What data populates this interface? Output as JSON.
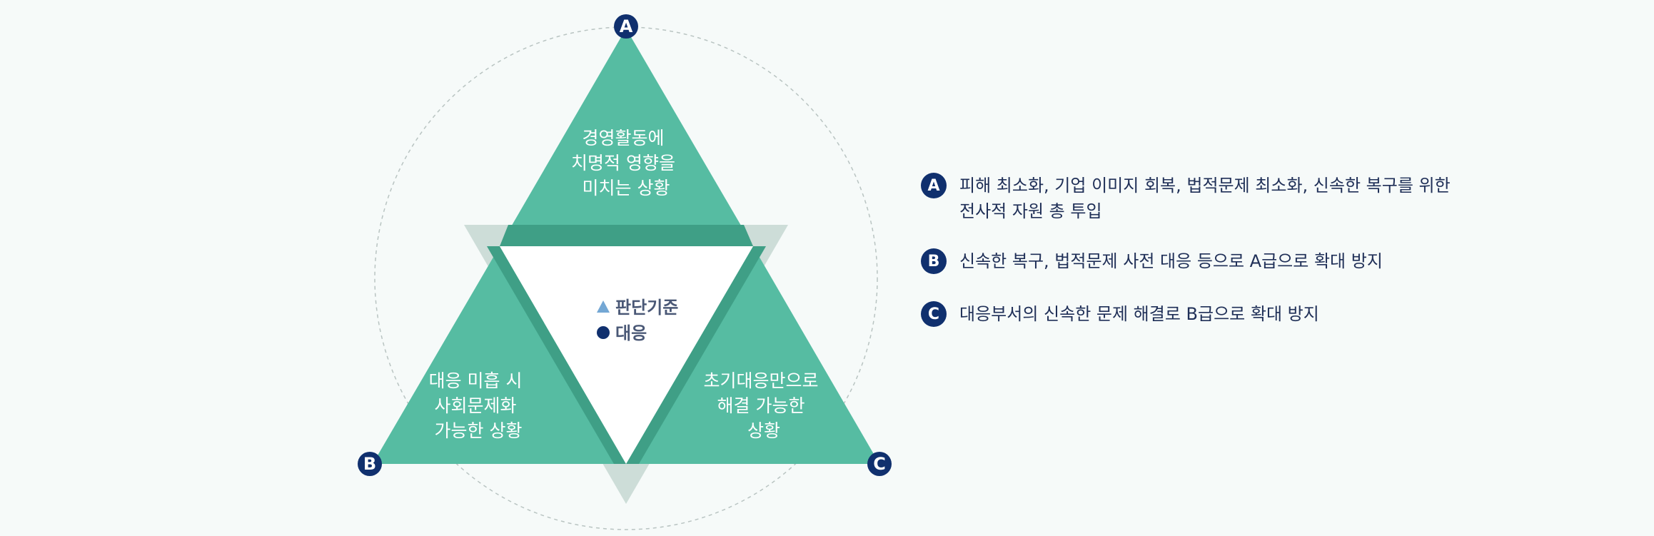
{
  "colors": {
    "triangle": "#56bca2",
    "overlap": "#3f9f86",
    "inverted": "#cdddd8",
    "badge": "#10306e",
    "legend_triangle": "#74a7d4",
    "legend_circle": "#10306e",
    "text_dark": "#1f2f57"
  },
  "triangles": {
    "top": {
      "lines": [
        "경영활동에",
        "치명적 영향을",
        "미치는 상황"
      ]
    },
    "left": {
      "lines": [
        "대응 미흡 시",
        "사회문제화",
        "가능한 상황"
      ]
    },
    "right": {
      "lines": [
        "초기대응만으로",
        "해결 가능한",
        "상황"
      ]
    }
  },
  "legend": {
    "criteria_label": "판단기준",
    "response_label": "대응"
  },
  "vertices": {
    "a": "A",
    "b": "B",
    "c": "C"
  },
  "descriptions": [
    {
      "badge": "A",
      "text": "피해 최소화, 기업 이미지 회복, 법적문제 최소화, 신속한 복구를 위한\n전사적 자원 총 투입"
    },
    {
      "badge": "B",
      "text": "신속한 복구, 법적문제 사전 대응 등으로 A급으로 확대 방지"
    },
    {
      "badge": "C",
      "text": "대응부서의 신속한 문제 해결로 B급으로 확대 방지"
    }
  ]
}
